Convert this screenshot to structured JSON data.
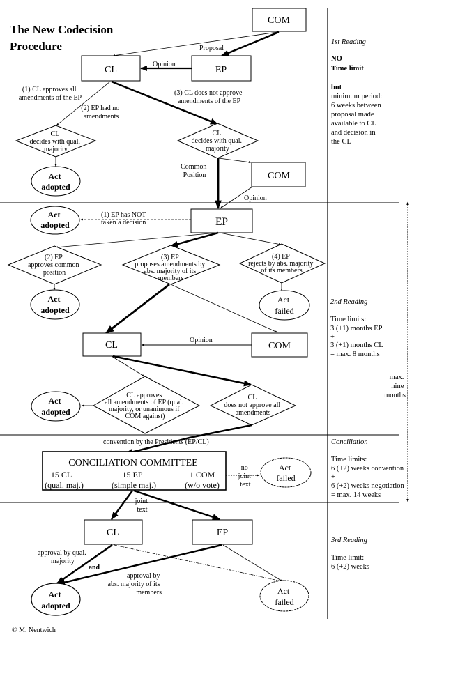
{
  "title": {
    "line1": "The New Codecision",
    "line2": "Procedure"
  },
  "first_reading": {
    "com_box": "COM",
    "cl_box": "CL",
    "ep_box": "EP",
    "proposal_label": "Proposal",
    "opinion_label": "Opinion",
    "branch1": [
      "(1) CL approves all",
      "amendments of the EP"
    ],
    "branch2": [
      "(2) EP had no",
      "amendments"
    ],
    "branch3": [
      "(3) CL does not approve",
      "amendments of the EP"
    ],
    "decision_left": [
      "CL",
      "decides with qual.",
      "majority"
    ],
    "decision_right": [
      "CL",
      "decides with qual.",
      "majority"
    ],
    "act_adopted": [
      "Act",
      "adopted"
    ],
    "common_position": [
      "Common",
      "Position"
    ],
    "com_box2": "COM",
    "opinion_label2": "Opinion"
  },
  "second_reading": {
    "ep_box": "EP",
    "act_adopted_top": [
      "Act",
      "adopted"
    ],
    "no_decision": [
      "(1) EP has NOT",
      "taken a decision"
    ],
    "option2": [
      "(2) EP",
      "approves common",
      "position"
    ],
    "option3": [
      "(3) EP",
      "proposes amendments by",
      "abs. majority of its",
      "members"
    ],
    "option4": [
      "(4) EP",
      "rejects by abs. majority",
      "of its members"
    ],
    "act_adopted_mid": [
      "Act",
      "adopted"
    ],
    "act_failed": [
      "Act",
      "failed"
    ],
    "cl_box": "CL",
    "com_box": "COM",
    "opinion_label": "Opinion",
    "cl_approves": [
      "CL approves",
      "all amendments of EP (qual.",
      "majority, or unanimous if",
      "COM against)"
    ],
    "cl_not_approve": [
      "CL",
      "does not approve all",
      "amendments"
    ],
    "act_adopted_bottom": [
      "Act",
      "adopted"
    ]
  },
  "conciliation": {
    "convention_label": "convention by the Presidents (EP/CL)",
    "committee_title": "CONCILIATION COMMITTEE",
    "members": [
      {
        "count": "15 CL",
        "rule": "(qual. maj.)"
      },
      {
        "count": "15 EP",
        "rule": "(simple maj.)"
      },
      {
        "count": "1 COM",
        "rule": "(w/o vote)"
      }
    ],
    "no_joint_text": [
      "no",
      "joint",
      "text"
    ],
    "act_failed": [
      "Act",
      "failed"
    ],
    "joint_text": [
      "joint",
      "text"
    ]
  },
  "third_reading": {
    "cl_box": "CL",
    "ep_box": "EP",
    "approval_cl": [
      "approval by qual.",
      "majority"
    ],
    "and_label": "and",
    "approval_ep": [
      "approval by",
      "abs. majority of its",
      "members"
    ],
    "act_adopted": [
      "Act",
      "adopted"
    ],
    "act_failed": [
      "Act",
      "failed"
    ]
  },
  "sidebar": {
    "first": {
      "heading": "1st Reading",
      "lines_bold": [
        "NO",
        "Time limit",
        "",
        "but"
      ],
      "lines": [
        "minimum period:",
        "6 weeks between",
        "proposal made",
        "available to CL",
        "and decision in",
        "the CL"
      ]
    },
    "second": {
      "heading": "2nd Reading",
      "lines": [
        "Time limits:",
        "3 (+1) months EP",
        "+",
        "3 (+1) months CL",
        "= max. 8 months"
      ]
    },
    "max_nine": [
      "max.",
      "nine",
      "months"
    ],
    "conciliation": {
      "heading": "Conciliation",
      "lines": [
        "Time limits:",
        "6 (+2) weeks convention",
        "+",
        "6 (+2) weeks negotiation",
        "= max. 14 weeks"
      ]
    },
    "third": {
      "heading": "3rd Reading",
      "lines": [
        "Time limit:",
        "6 (+2) weeks"
      ]
    }
  },
  "copyright": "© M. Nentwich"
}
